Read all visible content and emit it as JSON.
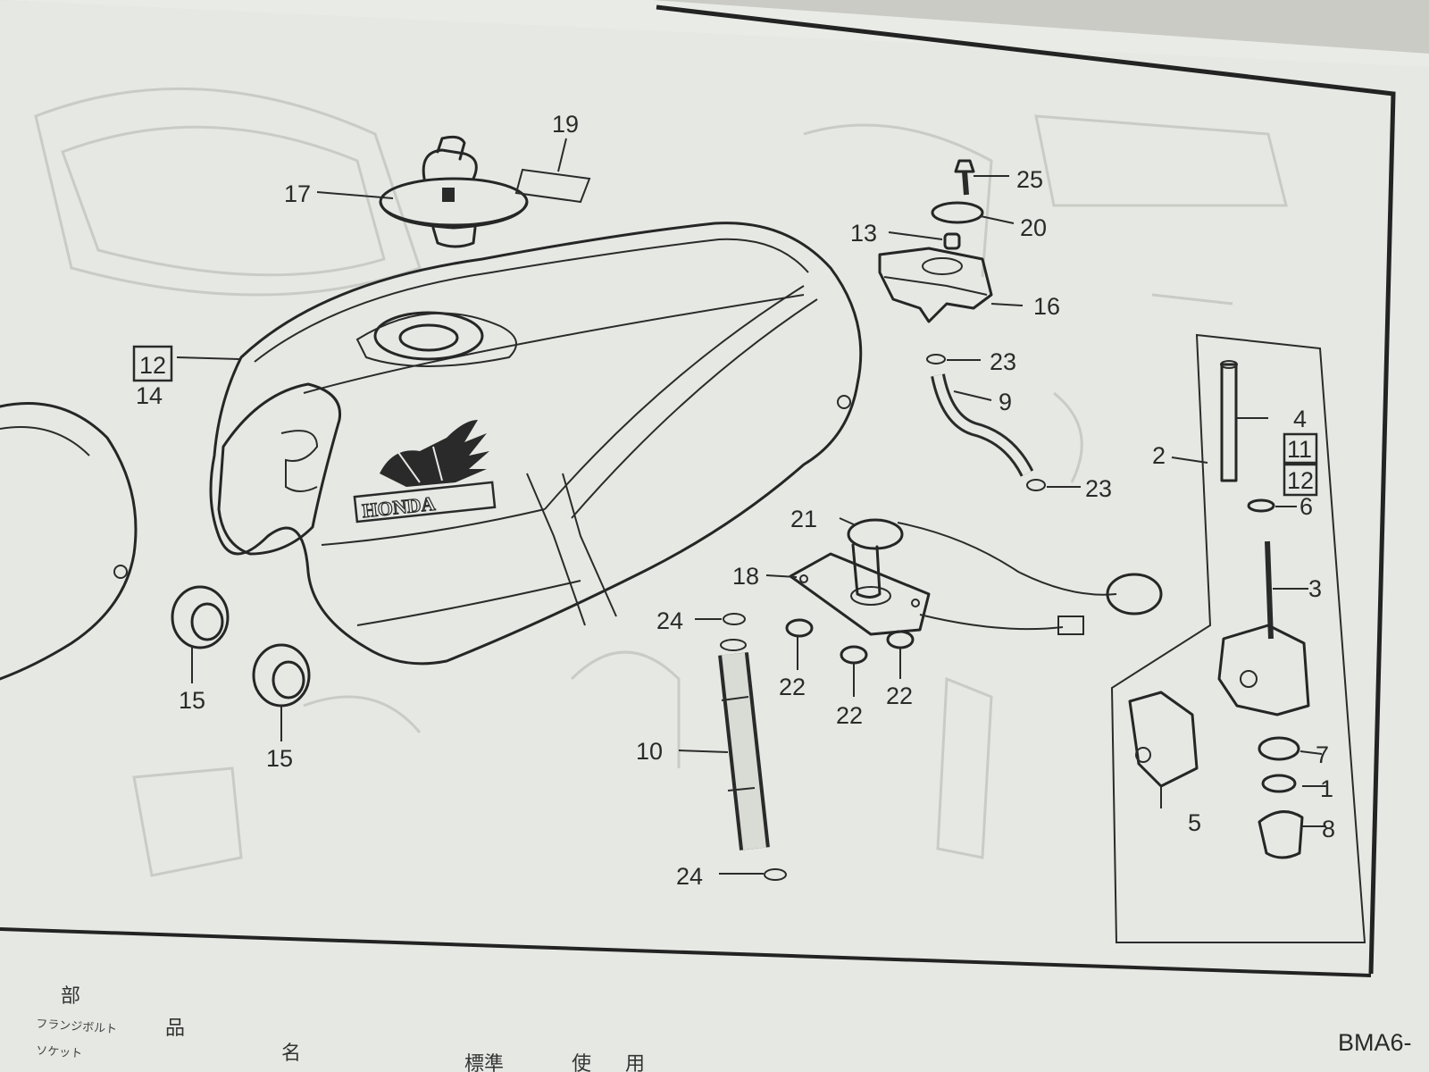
{
  "diagram": {
    "brand_logo": "HONDA",
    "callouts": {
      "c19": "19",
      "c17": "17",
      "c25": "25",
      "c20": "20",
      "c13": "13",
      "c16": "16",
      "c12": "12",
      "c14": "14",
      "c23a": "23",
      "c9": "9",
      "c23b": "23",
      "c2": "2",
      "c4": "4",
      "c11": "11",
      "c12b": "12",
      "c6": "6",
      "c21": "21",
      "c18": "18",
      "c3": "3",
      "c24a": "24",
      "c22a": "22",
      "c22b": "22",
      "c22c": "22",
      "c15a": "15",
      "c15b": "15",
      "c10": "10",
      "c7": "7",
      "c1": "1",
      "c5": "5",
      "c8": "8",
      "c24b": "24"
    },
    "footer": {
      "head_chars": [
        "部",
        "品",
        "名"
      ],
      "bottom_chars": [
        "標準",
        "使",
        "用"
      ],
      "line1": "フランジボルト",
      "line2": "ソケット",
      "page_code": "BMA6-"
    }
  }
}
